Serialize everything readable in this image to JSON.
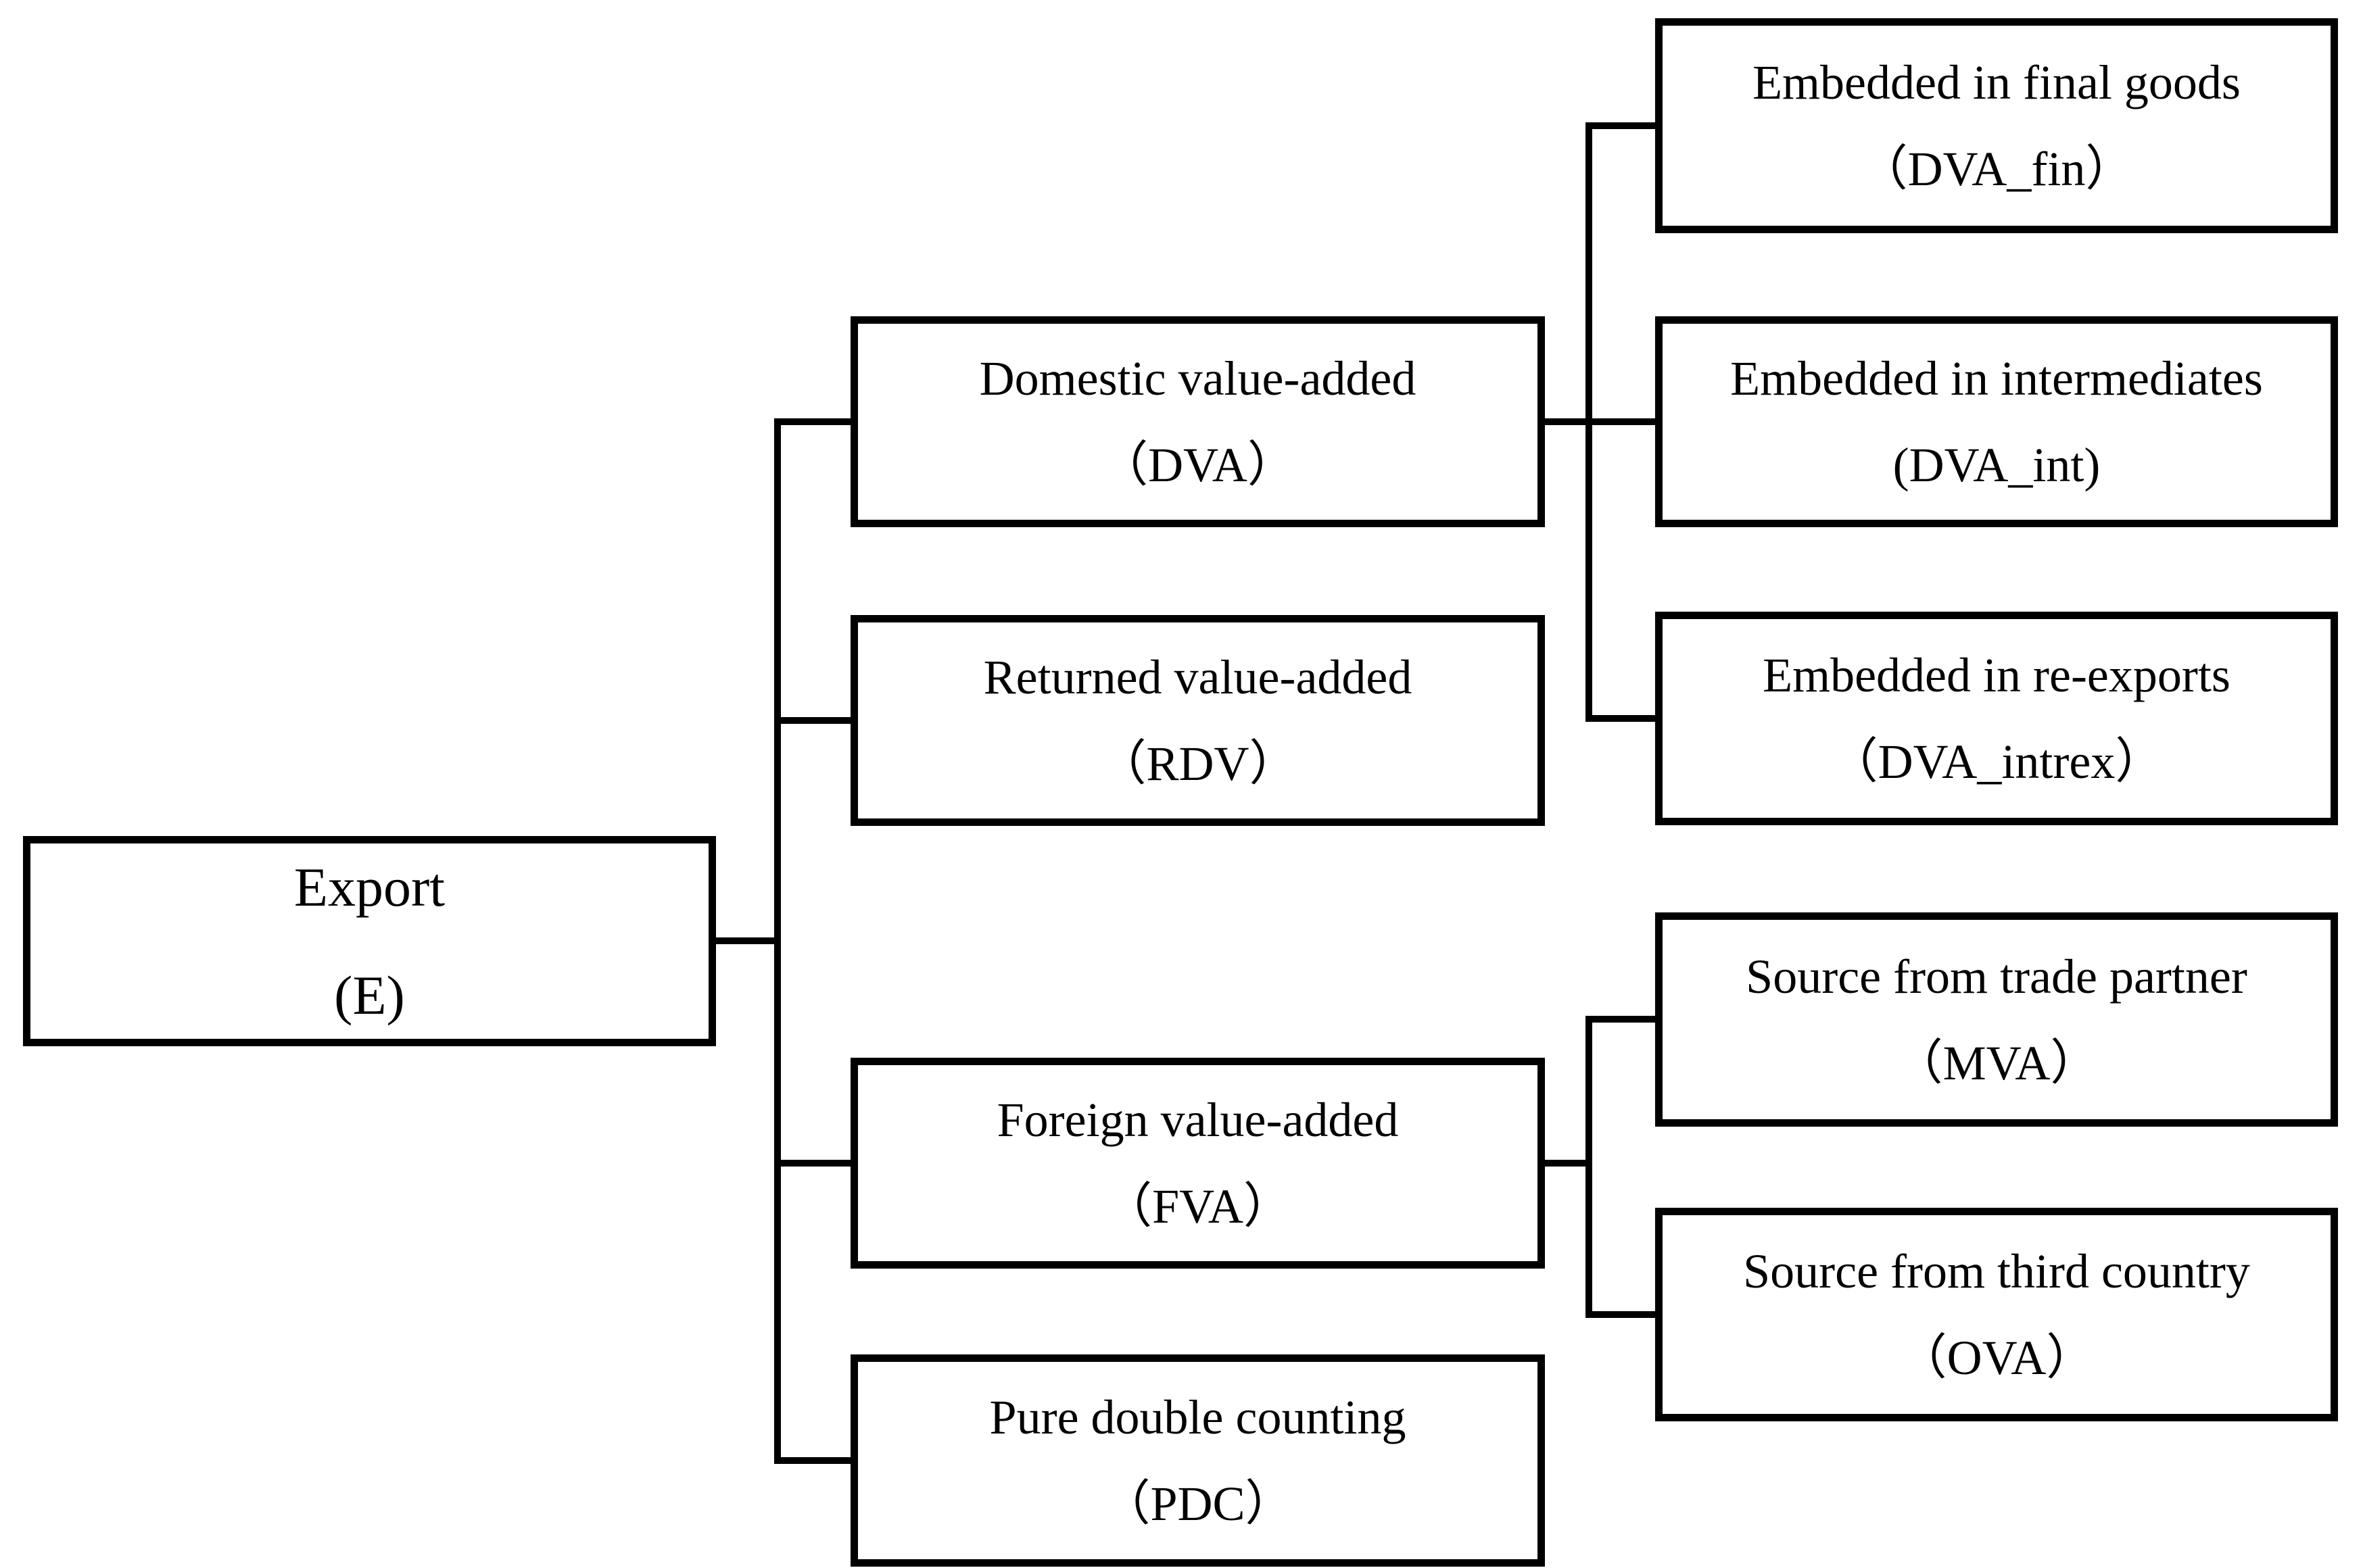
{
  "diagram": {
    "root": {
      "label": "Export",
      "abbr": "(E)"
    },
    "level2": [
      {
        "label": "Domestic value-added",
        "abbr": "（DVA）"
      },
      {
        "label": "Returned value-added",
        "abbr": "（RDV）"
      },
      {
        "label": "Foreign value-added",
        "abbr": "（FVA）"
      },
      {
        "label": "Pure double counting",
        "abbr": "（PDC）"
      }
    ],
    "level3_dva": [
      {
        "label": "Embedded in final goods",
        "abbr": "（DVA_fin）"
      },
      {
        "label": "Embedded in intermediates",
        "abbr": "(DVA_int)"
      },
      {
        "label": "Embedded in re-exports",
        "abbr": "（DVA_intrex）"
      }
    ],
    "level3_fva": [
      {
        "label": "Source from trade partner",
        "abbr": "（MVA）"
      },
      {
        "label": "Source from third country",
        "abbr": "（OVA）"
      }
    ],
    "colors": {
      "line": "#000000",
      "box_border": "#000000",
      "box_background": "#ffffff",
      "text": "#000000"
    }
  }
}
